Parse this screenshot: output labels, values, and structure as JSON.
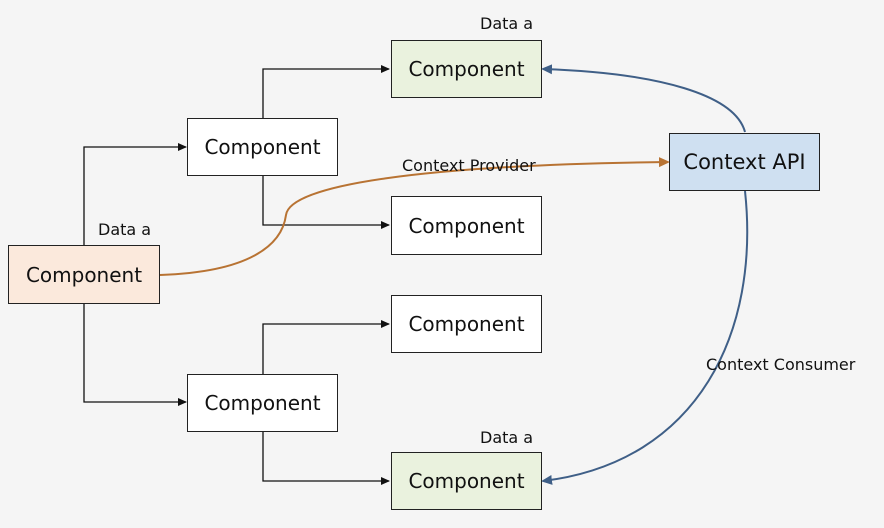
{
  "root": {
    "label": "Component",
    "data_label": "Data a"
  },
  "mid_top": {
    "label": "Component"
  },
  "mid_bottom": {
    "label": "Component"
  },
  "leaf_1": {
    "label": "Component",
    "data_label": "Data a"
  },
  "leaf_2": {
    "label": "Component"
  },
  "leaf_3": {
    "label": "Component"
  },
  "leaf_4": {
    "label": "Component",
    "data_label": "Data a"
  },
  "context_api": {
    "label": "Context API"
  },
  "provider_edge": {
    "label": "Context Provider"
  },
  "consumer_edge": {
    "label": "Context Consumer"
  },
  "colors": {
    "provider_line": "#b87333",
    "consumer_line": "#3f5f87",
    "root_fill": "#fbe9dc",
    "consumer_fill": "#eaf2de",
    "context_fill": "#cfe0f1"
  }
}
